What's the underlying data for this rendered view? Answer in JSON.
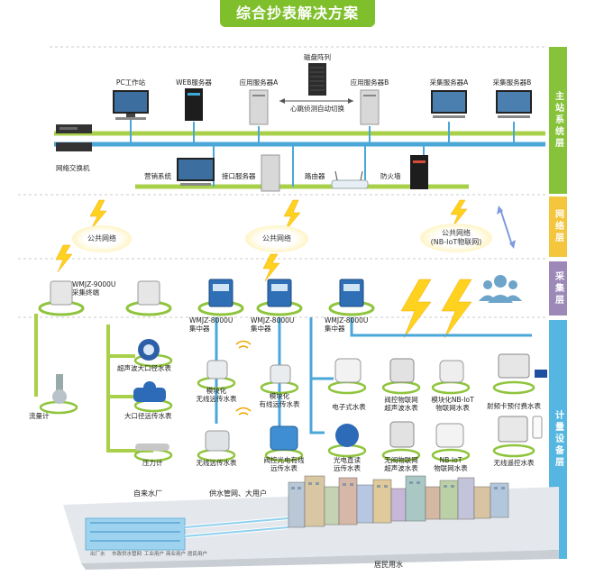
{
  "title": "综合抄表解决方案",
  "layers": {
    "master": "主站系统层",
    "network": "网络层",
    "collect": "采集层",
    "meter": "计量设备层"
  },
  "master": {
    "disk_array": "磁盘阵列",
    "heartbeat": "心跳侦测自动切换",
    "pc": "PC工作站",
    "web": "WEB服务器",
    "app_a": "应用服务器A",
    "app_b": "应用服务器B",
    "collect_a": "采集服务器A",
    "collect_b": "采集服务器B",
    "switch": "网络交换机",
    "marketing": "营销系统",
    "interface": "接口服务器",
    "router": "路由器",
    "firewall": "防火墙"
  },
  "network": {
    "public1": "公共网络",
    "public2": "公共网络",
    "public3": "公共网络",
    "public3_sub": "(NB-IoT物联网)"
  },
  "collect": {
    "terminal": "WMJZ-9000U\n采集终端",
    "conc1": "WMJZ-8000U\n集中器",
    "conc2": "WMJZ-8000U\n集中器",
    "conc3": "WMJZ-8000U\n集中器"
  },
  "meters": {
    "ultrasonic_big": "超声波大口径水表",
    "big_remote": "大口径远传水表",
    "flowmeter": "流量计",
    "pressure": "压力计",
    "module_wireless": "模块化\n无线远传水表",
    "module_wired": "模块化\n有线远传水表",
    "wireless": "无线远传水表",
    "valve_photo": "阀控光电有线\n远传水表",
    "electronic": "电子式水表",
    "photo_direct": "光电直读\n远传水表",
    "valve_iot_ultra": "阀控物联网\n超声波水表",
    "nb_iot": "模块化NB-IoT\n物联网水表",
    "rf_card": "射频卡预付费水表",
    "wireless_iot_ultra": "无阀物联网\n超声波水表",
    "nb_iot2": "NB-IoT\n物联网水表",
    "wireless_remote_ctrl": "无线遥控水表"
  },
  "bottom": {
    "plant": "自来水厂",
    "pipe": "供水管网、大用户",
    "residential": "居民用水",
    "tags": [
      "出厂水",
      "市政供水管网",
      "工业用户",
      "商业用户",
      "居民用户"
    ]
  },
  "colors": {
    "green": "#86c23a",
    "yellow": "#f3c63e",
    "purple": "#9c89b8",
    "blue": "#55b7e1",
    "line_green": "#a8d04a",
    "line_blue": "#4aa7d8"
  }
}
